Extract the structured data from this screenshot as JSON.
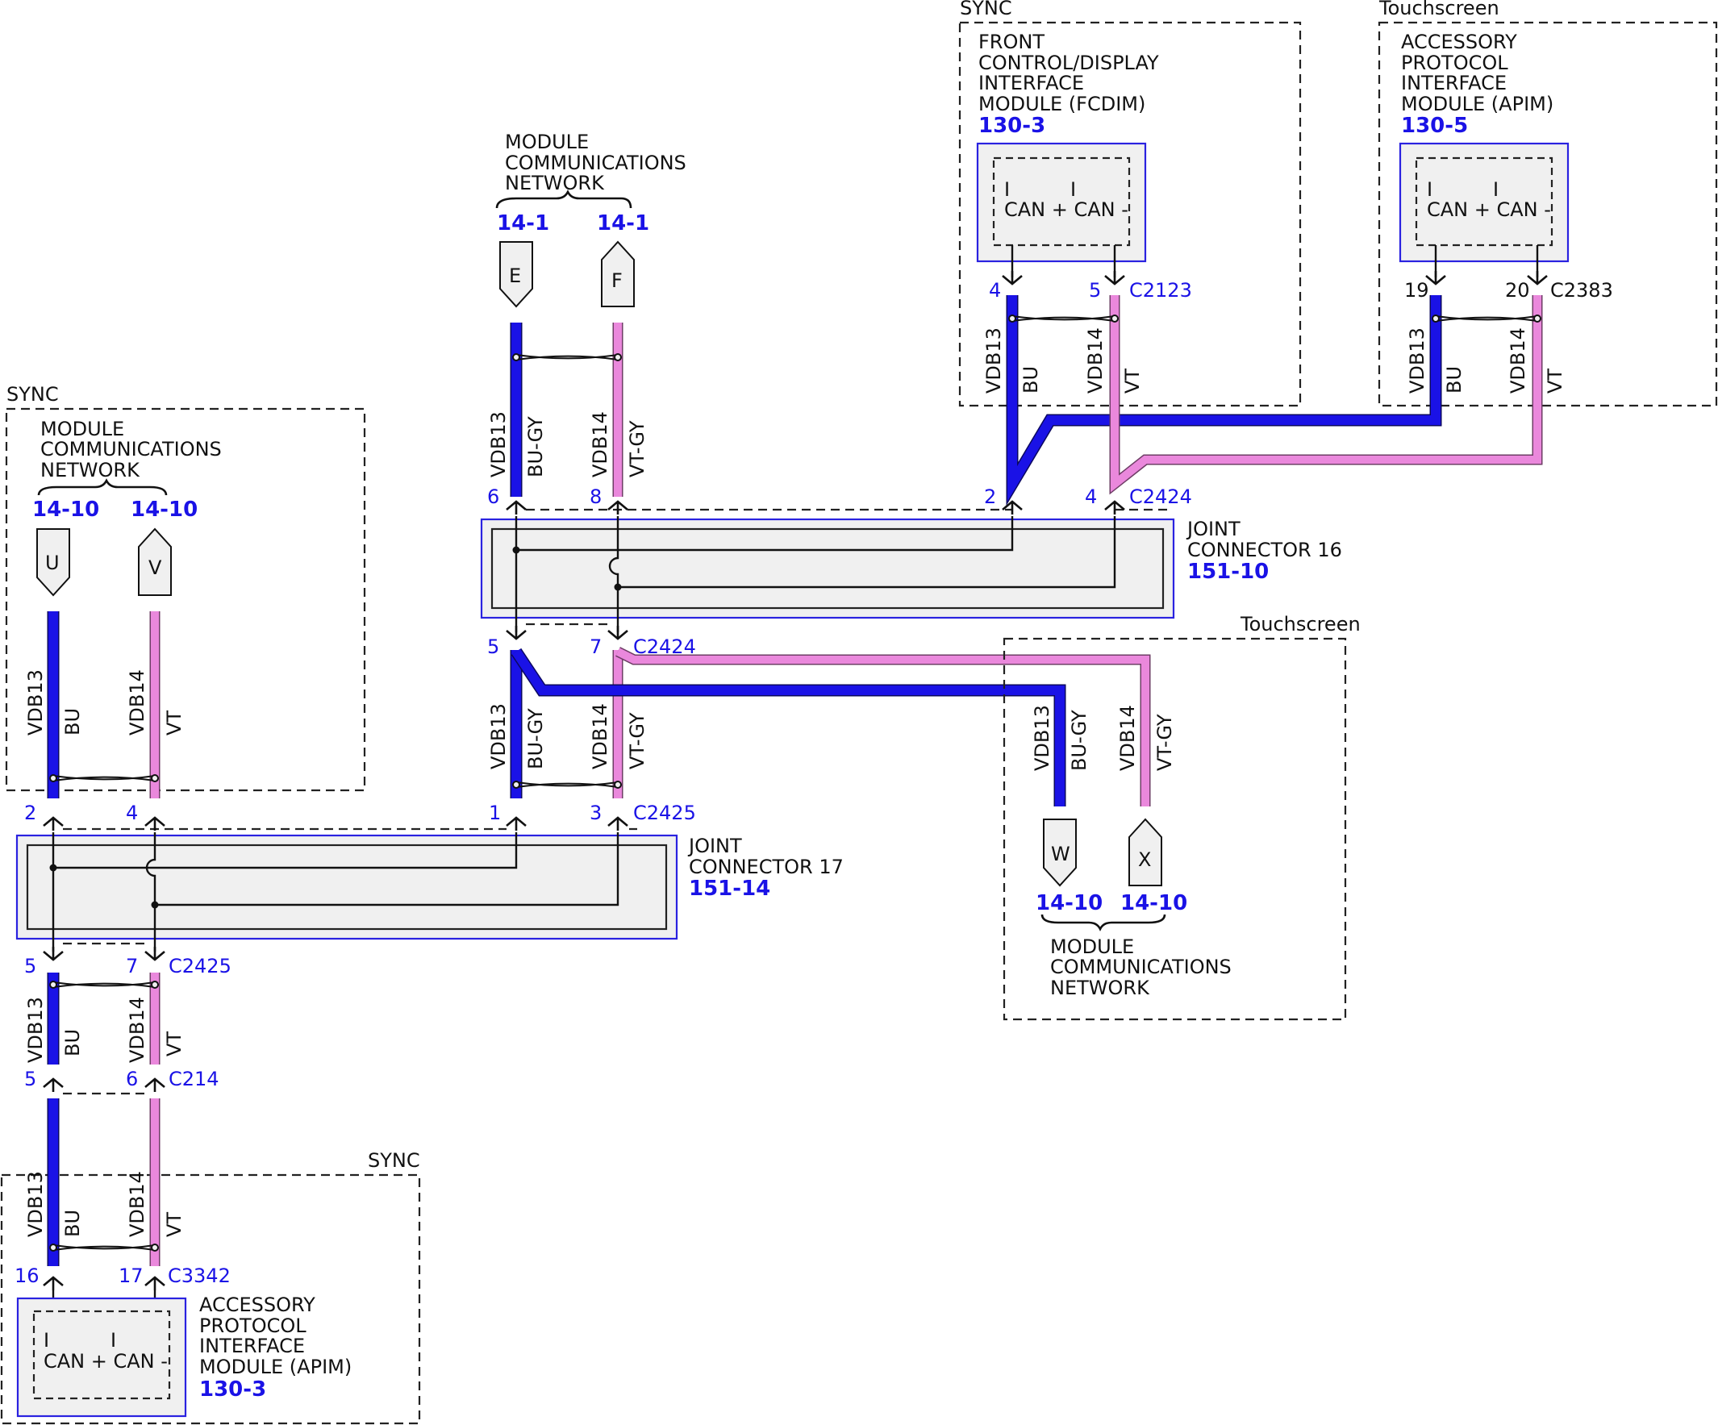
{
  "sync_top": {
    "area_label": "SYNC",
    "module_name": [
      "FRONT",
      "CONTROL/DISPLAY",
      "INTERFACE",
      "MODULE (FCDIM)"
    ],
    "ref": "130-3",
    "can_i1": "I",
    "can_i2": "I",
    "can_text": "CAN + CAN -",
    "pin_a": "4",
    "pin_b": "5",
    "connector": "C2123",
    "wire_a_circuit": "VDB13",
    "wire_a_color": "BU",
    "wire_b_circuit": "VDB14",
    "wire_b_color": "VT"
  },
  "touch_top": {
    "area_label": "Touchscreen",
    "module_name": [
      "ACCESSORY",
      "PROTOCOL",
      "INTERFACE",
      "MODULE (APIM)"
    ],
    "ref": "130-5",
    "can_i1": "I",
    "can_i2": "I",
    "can_text": "CAN + CAN -",
    "pin_a": "19",
    "pin_b": "20",
    "connector": "C2383",
    "wire_a_circuit": "VDB13",
    "wire_a_color": "BU",
    "wire_b_circuit": "VDB14",
    "wire_b_color": "VT"
  },
  "mcn_top": {
    "name": [
      "MODULE",
      "COMMUNICATIONS",
      "NETWORK"
    ],
    "ref_e": "14-1",
    "ref_f": "14-1",
    "flag_e": "E",
    "flag_f": "F",
    "wire_a_circuit": "VDB13",
    "wire_a_color": "BU-GY",
    "wire_b_circuit": "VDB14",
    "wire_b_color": "VT-GY"
  },
  "jc16": {
    "name": [
      "JOINT",
      "CONNECTOR 16"
    ],
    "ref": "151-10",
    "top_pins": [
      "6",
      "8",
      "2",
      "4"
    ],
    "top_connector": "C2424",
    "bottom_pins": [
      "5",
      "7"
    ],
    "bottom_connector": "C2424"
  },
  "mid_wires": {
    "wire_a_circuit": "VDB13",
    "wire_a_color": "BU-GY",
    "wire_b_circuit": "VDB14",
    "wire_b_color": "VT-GY"
  },
  "touch_mid": {
    "area_label": "Touchscreen",
    "wire_a_circuit": "VDB13",
    "wire_a_color": "BU-GY",
    "wire_b_circuit": "VDB14",
    "wire_b_color": "VT-GY",
    "flag_w": "W",
    "flag_x": "X",
    "ref_w": "14-10",
    "ref_x": "14-10",
    "name": [
      "MODULE",
      "COMMUNICATIONS",
      "NETWORK"
    ]
  },
  "sync_left": {
    "area_label": "SYNC",
    "name": [
      "MODULE",
      "COMMUNICATIONS",
      "NETWORK"
    ],
    "ref_u": "14-10",
    "ref_v": "14-10",
    "flag_u": "U",
    "flag_v": "V",
    "wire_a_circuit": "VDB13",
    "wire_a_color": "BU",
    "wire_b_circuit": "VDB14",
    "wire_b_color": "VT"
  },
  "jc17": {
    "name": [
      "JOINT",
      "CONNECTOR 17"
    ],
    "ref": "151-14",
    "top_pins": [
      "2",
      "4",
      "1",
      "3"
    ],
    "top_connector": "C2425",
    "bottom_pins": [
      "5",
      "7"
    ],
    "bottom_connector": "C2425"
  },
  "lower_wires": {
    "wire_a_circuit": "VDB13",
    "wire_a_color": "BU",
    "wire_b_circuit": "VDB14",
    "wire_b_color": "VT",
    "inline_pins": [
      "5",
      "6"
    ],
    "inline_connector": "C214"
  },
  "sync_bottom": {
    "area_label": "SYNC",
    "wire_a_circuit": "VDB13",
    "wire_a_color": "BU",
    "wire_b_circuit": "VDB14",
    "wire_b_color": "VT",
    "pin_a": "16",
    "pin_b": "17",
    "connector": "C3342",
    "module_name": [
      "ACCESSORY",
      "PROTOCOL",
      "INTERFACE",
      "MODULE (APIM)"
    ],
    "ref": "130-3",
    "can_i1": "I",
    "can_i2": "I",
    "can_text": "CAN + CAN -"
  },
  "colors": {
    "blue_wire": "#1a12e6",
    "violet_wire": "#ea88dc",
    "module_outline": "#2a22e0",
    "fill_grey": "#f0f0f0",
    "reference_text": "#1a12e6"
  }
}
